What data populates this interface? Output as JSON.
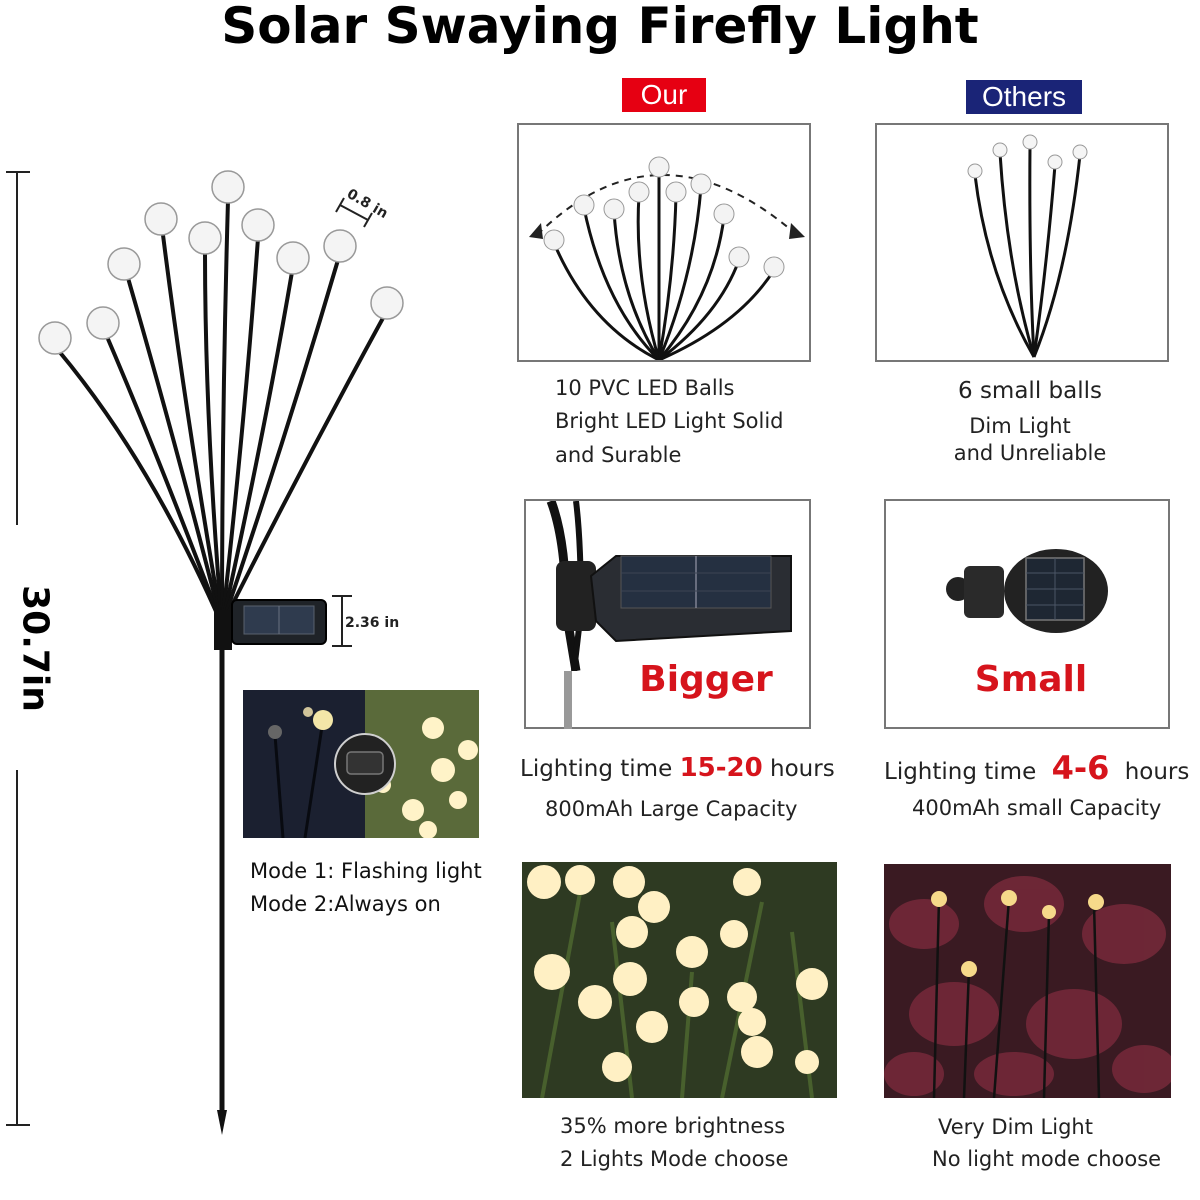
{
  "title": "Solar Swaying Firefly Light",
  "our_tag": "Our",
  "others_tag": "Others",
  "colors": {
    "accent_red": "#e60012",
    "navy": "#1a2477",
    "warm_light": "#fff3c8"
  },
  "product": {
    "height": "30.7in",
    "ball_size": "0.8 in",
    "panel_size": "2.36 in"
  },
  "modes": {
    "mode1": "Mode 1: Flashing light",
    "mode2": "Mode 2:Always on"
  },
  "balls": {
    "ours_lines": [
      "10 PVC LED Balls",
      "Bright LED Light Solid",
      "and Surable"
    ],
    "others_lines": [
      "6 small balls",
      "Dim Light",
      "and Unreliable"
    ]
  },
  "panel": {
    "ours_label": "Bigger",
    "others_label": "Small"
  },
  "battery": {
    "lighting_time_label": "Lighting time",
    "hours_label": "hours",
    "ours_hours": "15-20",
    "others_hours": "4-6",
    "ours_capacity": "800mAh Large Capacity",
    "others_capacity": "400mAh small Capacity"
  },
  "brightness": {
    "ours_lines": [
      "35% more brightness",
      "2 Lights Mode choose"
    ],
    "others_lines": [
      "Very Dim Light",
      "No light mode choose"
    ]
  }
}
